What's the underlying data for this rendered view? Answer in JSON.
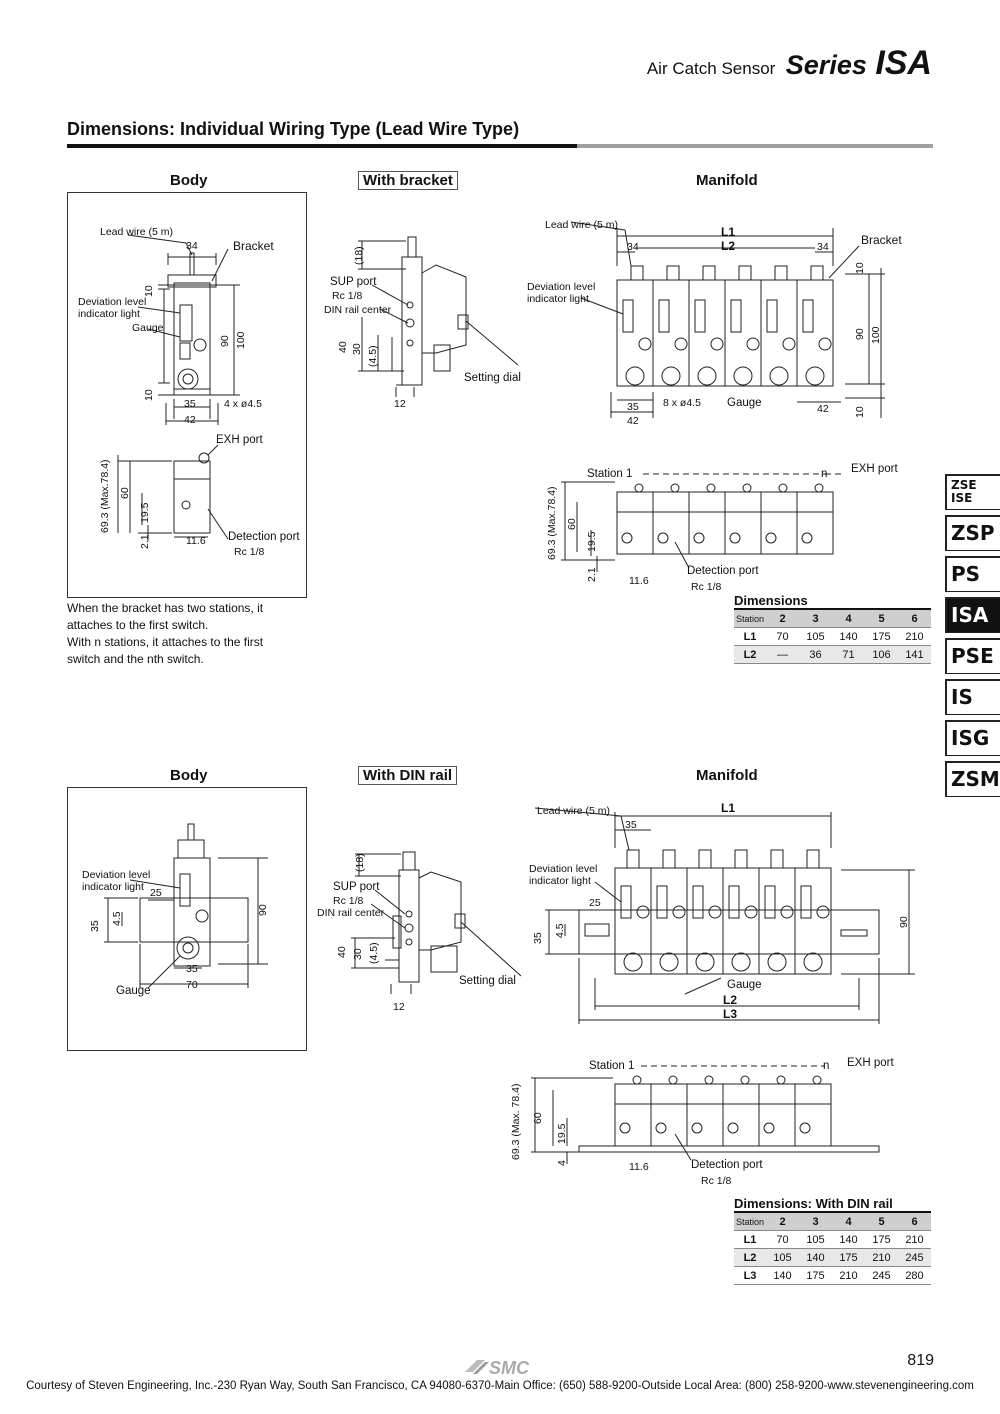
{
  "header": {
    "prefix": "Air Catch Sensor",
    "series_word": "Series",
    "series_name": "ISA"
  },
  "section_title": "Dimensions: Individual Wiring Type (Lead Wire Type)",
  "top": {
    "body_title": "Body",
    "bracket_title": "With bracket",
    "manifold_title": "Manifold",
    "body_labels": {
      "lead_wire": "Lead wire (5 m)",
      "bracket": "Bracket",
      "deviation": "Deviation level",
      "indicator": "indicator light",
      "gauge": "Gauge",
      "d34": "34",
      "d10a": "10",
      "d90": "90",
      "d100": "100",
      "d10b": "10",
      "d35": "35",
      "d42": "42",
      "holes": "4 x ø4.5",
      "exh": "EXH port",
      "d693": "69.3 (Max.78.4)",
      "d60": "60",
      "d195": "19.5",
      "d21": "2.1",
      "d116": "11.6",
      "detect": "Detection port",
      "rc": "Rc 1/8"
    },
    "bracket_labels": {
      "d18": "(18)",
      "sup": "SUP port",
      "rc": "Rc 1/8",
      "din": "DIN rail center",
      "d40": "40",
      "d30": "30",
      "d45": "(4.5)",
      "d12": "12",
      "dial": "Setting dial"
    },
    "manifold_labels": {
      "lead_wire": "Lead wire (5 m)",
      "l1": "L1",
      "l2": "L2",
      "d34a": "34",
      "d34b": "34",
      "bracket": "Bracket",
      "deviation": "Deviation level",
      "indicator": "indicator light",
      "d10": "10",
      "d90": "90",
      "d100": "100",
      "d35": "35",
      "holes": "8 x ø4.5",
      "gauge": "Gauge",
      "d42a": "42",
      "d42b": "42",
      "d10b": "10",
      "station": "Station 1",
      "n": "n",
      "exh": "EXH port",
      "d693": "69.3 (Max.78.4)",
      "d60": "60",
      "d195": "19.5",
      "d21": "2.1",
      "d116": "11.6",
      "detect": "Detection port",
      "rc": "Rc 1/8"
    },
    "note_lines": [
      "When the bracket has two stations, it",
      "attaches to the first switch.",
      "With n stations, it attaches to the first",
      "switch and the nth switch."
    ],
    "table": {
      "title": "Dimensions",
      "head": [
        "Station",
        "2",
        "3",
        "4",
        "5",
        "6"
      ],
      "rows": [
        [
          "L1",
          "70",
          "105",
          "140",
          "175",
          "210"
        ],
        [
          "L2",
          "—",
          "36",
          "71",
          "106",
          "141"
        ]
      ]
    }
  },
  "bottom": {
    "body_title": "Body",
    "din_title": "With DIN rail",
    "manifold_title": "Manifold",
    "body_labels": {
      "deviation": "Deviation level",
      "indicator": "indicator light",
      "d25": "25",
      "d35": "35",
      "d45": "4.5",
      "d90": "90",
      "d35b": "35",
      "gauge": "Gauge",
      "d70": "70"
    },
    "din_labels": {
      "d18": "(18)",
      "sup": "SUP port",
      "rc": "Rc 1/8",
      "din": "DIN rail center",
      "d40": "40",
      "d30": "30",
      "d45": "(4.5)",
      "d12": "12",
      "dial": "Setting dial"
    },
    "manifold_labels": {
      "lead_wire": "Lead wire (5 m)",
      "l1": "L1",
      "d35": "35",
      "deviation": "Deviation level",
      "indicator": "indicator light",
      "d25": "25",
      "d35b": "35",
      "d45": "4.5",
      "d90": "90",
      "gauge": "Gauge",
      "l2": "L2",
      "l3": "L3",
      "station": "Station 1",
      "n": "n",
      "exh": "EXH port",
      "d693": "69.3 (Max. 78.4)",
      "d60": "60",
      "d195": "19.5",
      "d4": "4",
      "d116": "11.6",
      "detect": "Detection port",
      "rc": "Rc 1/8"
    },
    "table": {
      "title": "Dimensions: With DIN rail",
      "head": [
        "Station",
        "2",
        "3",
        "4",
        "5",
        "6"
      ],
      "rows": [
        [
          "L1",
          "70",
          "105",
          "140",
          "175",
          "210"
        ],
        [
          "L2",
          "105",
          "140",
          "175",
          "210",
          "245"
        ],
        [
          "L3",
          "140",
          "175",
          "210",
          "245",
          "280"
        ]
      ]
    }
  },
  "side_tabs": [
    {
      "line1": "ZSE",
      "line2": "ISE"
    },
    {
      "line1": "ZSP"
    },
    {
      "line1": "PS"
    },
    {
      "line1": "ISA",
      "active": true
    },
    {
      "line1": "PSE"
    },
    {
      "line1": "IS"
    },
    {
      "line1": "ISG"
    },
    {
      "line1": "ZSM"
    }
  ],
  "page_number": "819",
  "logo_text": "SMC",
  "footer": "Courtesy of Steven Engineering, Inc.-230 Ryan Way, South San Francisco, CA 94080-6370-Main Office: (650) 588-9200-Outside Local Area: (800) 258-9200-www.stevenengineering.com"
}
